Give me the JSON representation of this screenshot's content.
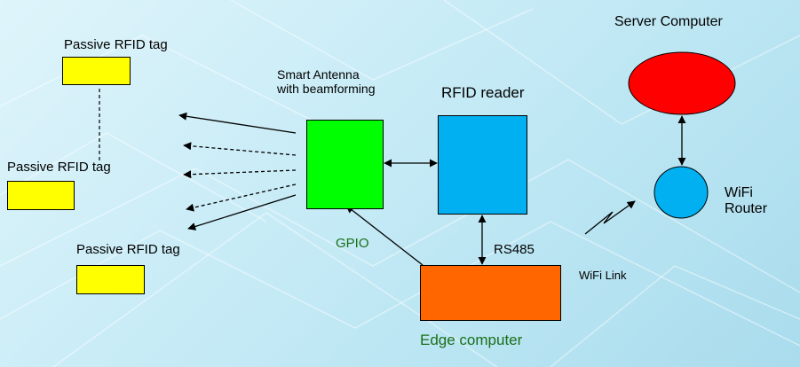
{
  "diagram": {
    "title": "",
    "nodes": {
      "server": {
        "label": "Server Computer",
        "color": "#ff0000"
      },
      "router": {
        "label": "WiFi Router",
        "line1": "WiFi",
        "line2": "Router",
        "color": "#00b0f0"
      },
      "reader": {
        "label": "RFID reader",
        "color": "#00b0f0"
      },
      "antenna": {
        "label": "Smart Antenna with beamforming",
        "line1": "Smart Antenna",
        "line2": "with beamforming",
        "color": "#00ff00"
      },
      "edge": {
        "label": "Edge computer",
        "color": "#ff6600"
      },
      "tag1": {
        "label": "Passive RFID tag",
        "color": "#ffff00"
      },
      "tag2": {
        "label": "Passive RFID tag",
        "color": "#ffff00"
      },
      "tag3": {
        "label": "Passive RFID tag",
        "color": "#ffff00"
      }
    },
    "links": {
      "gpio": "GPIO",
      "rs485": "RS485",
      "wifi": "WiFi Link"
    },
    "colors": {
      "edge_label_text": "#1a6f1a",
      "gpio_text": "#1a6f1a",
      "background": "#c6ebf6"
    }
  }
}
